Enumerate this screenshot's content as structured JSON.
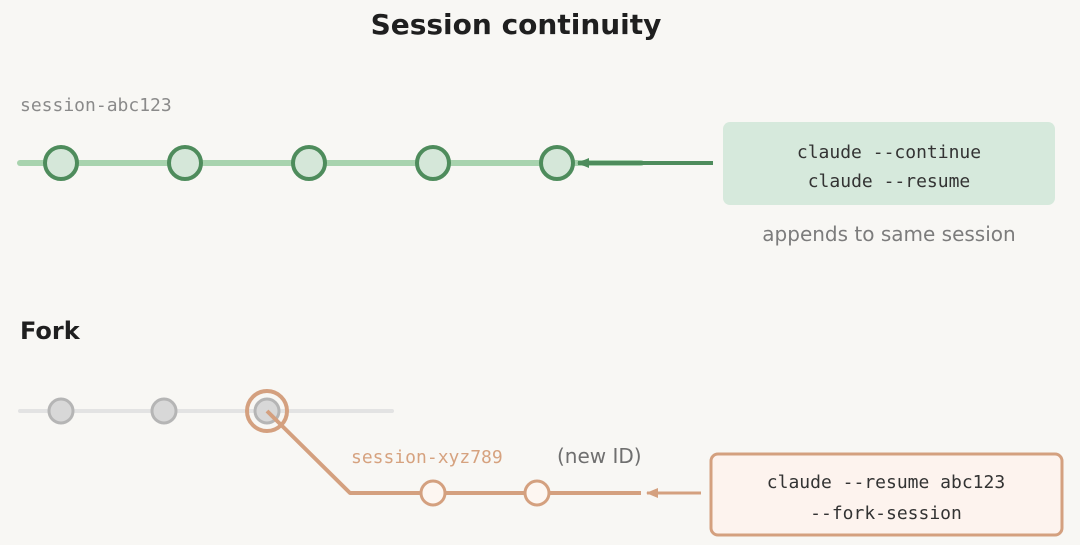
{
  "title": "Session continuity",
  "continuity": {
    "session_label": "session-abc123",
    "command_lines": [
      "claude --continue",
      "claude --resume"
    ],
    "note": "appends to same session",
    "colors": {
      "line": "#a8d3ae",
      "node_stroke": "#4e8c5c",
      "node_fill": "#d5e7d9",
      "arrow": "#4e8c5c",
      "box_fill": "#d6e9dc"
    }
  },
  "fork": {
    "heading": "Fork",
    "branch_label": "session-xyz789",
    "new_id_label": "(new ID)",
    "command_lines": [
      "claude --resume abc123",
      "--fork-session"
    ],
    "colors": {
      "base_line": "#e3e3e3",
      "base_node_stroke": "#b5b5b5",
      "base_node_fill": "#d8d8d8",
      "branch": "#d4a07f",
      "branch_node_fill": "#fdf6f1",
      "box_fill": "#fdf3ee",
      "box_stroke": "#d4a07f",
      "label": "#d6a27f",
      "new_id": "#6f6f6f"
    }
  }
}
